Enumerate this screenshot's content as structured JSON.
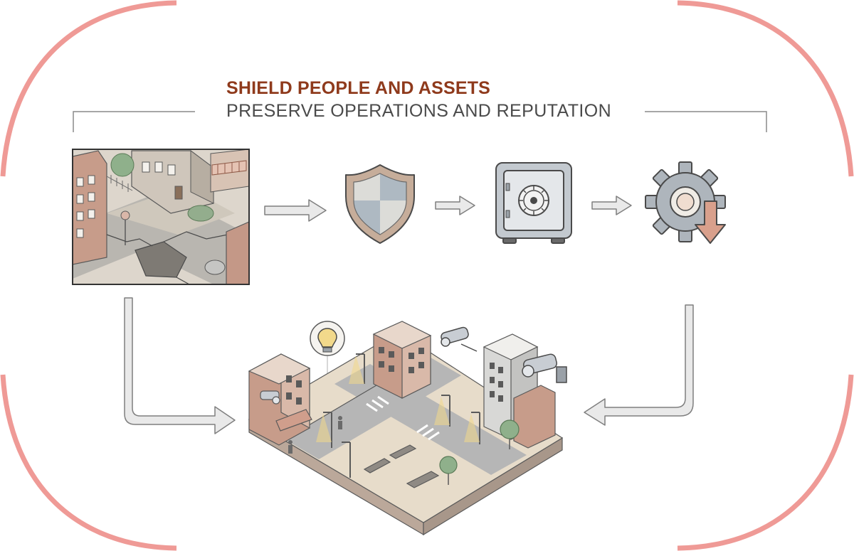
{
  "header": {
    "title": "SHIELD PEOPLE AND ASSETS",
    "subtitle": "PRESERVE OPERATIONS AND REPUTATION"
  },
  "colors": {
    "title": "#8f3a1c",
    "subtitle": "#4a4a4a",
    "frame_arc": "#ef9a96",
    "bracket": "#8a8a8a",
    "arrow_fill": "#e9e9e9",
    "arrow_stroke": "#7f7f7f",
    "brick": "#c4998a",
    "sand": "#e7dbc8",
    "road": "#b6b6b6",
    "tree": "#8fb08b",
    "metal": "#c8cdd3",
    "light": "#f2d98b"
  },
  "icons": [
    "damaged-street-scene",
    "shield-icon",
    "safe-vault-icon",
    "gear-down-arrow-icon",
    "lightbulb-icon",
    "security-camera-icon",
    "protected-city-block"
  ]
}
